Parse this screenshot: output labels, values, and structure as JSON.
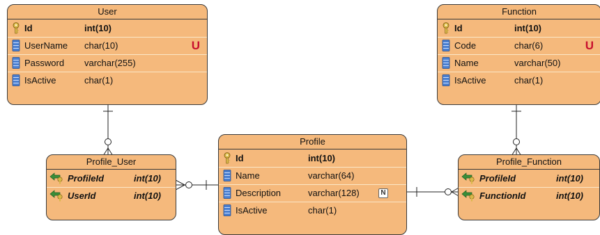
{
  "entities": {
    "user": {
      "title": "User",
      "columns": [
        {
          "name": "Id",
          "type": "int(10)",
          "key": "pk"
        },
        {
          "name": "UserName",
          "type": "char(10)",
          "constraint": "U"
        },
        {
          "name": "Password",
          "type": "varchar(255)"
        },
        {
          "name": "IsActive",
          "type": "char(1)"
        }
      ]
    },
    "function": {
      "title": "Function",
      "columns": [
        {
          "name": "Id",
          "type": "int(10)",
          "key": "pk"
        },
        {
          "name": "Code",
          "type": "char(6)",
          "constraint": "U"
        },
        {
          "name": "Name",
          "type": "varchar(50)"
        },
        {
          "name": "IsActive",
          "type": "char(1)"
        }
      ]
    },
    "profile": {
      "title": "Profile",
      "columns": [
        {
          "name": "Id",
          "type": "int(10)",
          "key": "pk"
        },
        {
          "name": "Name",
          "type": "varchar(64)"
        },
        {
          "name": "Description",
          "type": "varchar(128)",
          "constraint": "N"
        },
        {
          "name": "IsActive",
          "type": "char(1)"
        }
      ]
    },
    "profile_user": {
      "title": "Profile_User",
      "columns": [
        {
          "name": "ProfileId",
          "type": "int(10)",
          "key": "fk"
        },
        {
          "name": "UserId",
          "type": "int(10)",
          "key": "fk"
        }
      ]
    },
    "profile_function": {
      "title": "Profile_Function",
      "columns": [
        {
          "name": "ProfileId",
          "type": "int(10)",
          "key": "fk"
        },
        {
          "name": "FunctionId",
          "type": "int(10)",
          "key": "fk"
        }
      ]
    }
  },
  "relationships": [
    {
      "from": "User",
      "to": "Profile_User",
      "cardinality": "one-to-many"
    },
    {
      "from": "Profile",
      "to": "Profile_User",
      "cardinality": "one-to-many"
    },
    {
      "from": "Function",
      "to": "Profile_Function",
      "cardinality": "one-to-many"
    },
    {
      "from": "Profile",
      "to": "Profile_Function",
      "cardinality": "one-to-many"
    }
  ],
  "colors": {
    "entity_fill": "#f5b97c",
    "entity_border": "#3a3a3a",
    "unique_badge": "#c8102e",
    "pk_icon": "#d9b84a",
    "fk_icon": "#3a8f3a",
    "column_icon": "#4a7fd0"
  }
}
